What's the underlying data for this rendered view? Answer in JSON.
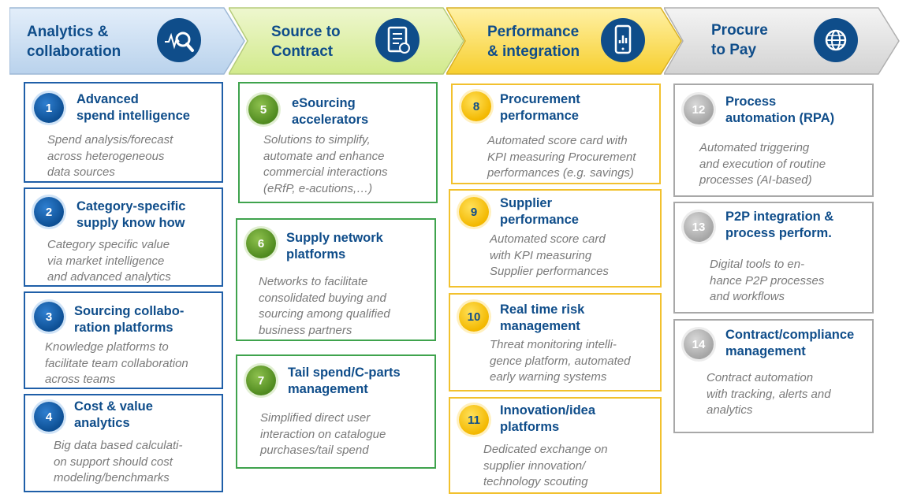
{
  "stages": [
    {
      "title": "Analytics &\ncollaboration",
      "icon": "analytics-magnifier-icon"
    },
    {
      "title": "Source to\nContract",
      "icon": "contract-document-icon"
    },
    {
      "title": "Performance\n& integration",
      "icon": "mobile-chart-icon"
    },
    {
      "title": "Procure\nto Pay",
      "icon": "globe-icon"
    }
  ],
  "cards": [
    {
      "num": "1",
      "title": "Advanced\nspend intelligence",
      "desc": "Spend analysis/forecast\nacross heterogeneous\ndata sources"
    },
    {
      "num": "2",
      "title": "Category-specific\nsupply know how",
      "desc": "Category specific value\nvia market intelligence\nand advanced analytics"
    },
    {
      "num": "3",
      "title": "Sourcing collabo-\nration platforms",
      "desc": "Knowledge platforms to\nfacilitate team collaboration\nacross teams"
    },
    {
      "num": "4",
      "title": "Cost & value\nanalytics",
      "desc": "Big data based calculati-\non support should cost\nmodeling/benchmarks"
    },
    {
      "num": "5",
      "title": "eSourcing\naccelerators",
      "desc": "Solutions to simplify,\nautomate and enhance\ncommercial interactions\n(eRfP, e-acutions,…)"
    },
    {
      "num": "6",
      "title": "Supply network\nplatforms",
      "desc": "Networks to facilitate\nconsolidated buying and\nsourcing among qualified\nbusiness partners"
    },
    {
      "num": "7",
      "title": "Tail spend/C-parts\nmanagement",
      "desc": "Simplified direct user\ninteraction on catalogue\npurchases/tail spend"
    },
    {
      "num": "8",
      "title": "Procurement\nperformance",
      "desc": "Automated score card with\nKPI measuring Procurement\nperformances (e.g. savings)"
    },
    {
      "num": "9",
      "title": "Supplier\nperformance",
      "desc": "Automated score card\nwith KPI measuring\nSupplier performances"
    },
    {
      "num": "10",
      "title": "Real time risk\nmanagement",
      "desc": "Threat monitoring intelli-\ngence platform, automated\nearly warning systems"
    },
    {
      "num": "11",
      "title": "Innovation/idea\nplatforms",
      "desc": "Dedicated exchange on\nsupplier innovation/\ntechnology scouting"
    },
    {
      "num": "12",
      "title": "Process\nautomation (RPA)",
      "desc": "Automated triggering\nand execution of routine\nprocesses (AI-based)"
    },
    {
      "num": "13",
      "title": "P2P integration &\nprocess perform.",
      "desc": "Digital tools to en-\nhance P2P processes\nand workflows"
    },
    {
      "num": "14",
      "title": "Contract/compliance\nmanagement",
      "desc": "Contract automation\nwith tracking, alerts and\nanalytics"
    }
  ],
  "colors": {
    "navy": "#0f4d8a",
    "blue": "#1f5fa8",
    "green": "#3fa34d",
    "yellow": "#f2c12e",
    "gray": "#a8a8a8"
  }
}
